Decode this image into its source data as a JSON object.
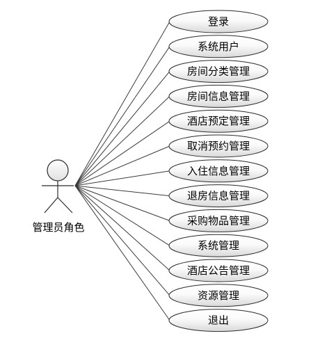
{
  "actor": {
    "label": "管理员角色",
    "icon": "stick-figure-actor-icon"
  },
  "use_cases": [
    {
      "label": "登录"
    },
    {
      "label": "系统用户"
    },
    {
      "label": "房间分类管理"
    },
    {
      "label": "房间信息管理"
    },
    {
      "label": "酒店预定管理"
    },
    {
      "label": "取消预约管理"
    },
    {
      "label": "入住信息管理"
    },
    {
      "label": "退房信息管理"
    },
    {
      "label": "采购物品管理"
    },
    {
      "label": "系统管理"
    },
    {
      "label": "酒店公告管理"
    },
    {
      "label": "资源管理"
    },
    {
      "label": "退出"
    }
  ],
  "colors": {
    "use_case_fill_light": "#ffffff",
    "use_case_fill_dark": "#dcdcdc",
    "stroke": "#2a2a2a"
  }
}
